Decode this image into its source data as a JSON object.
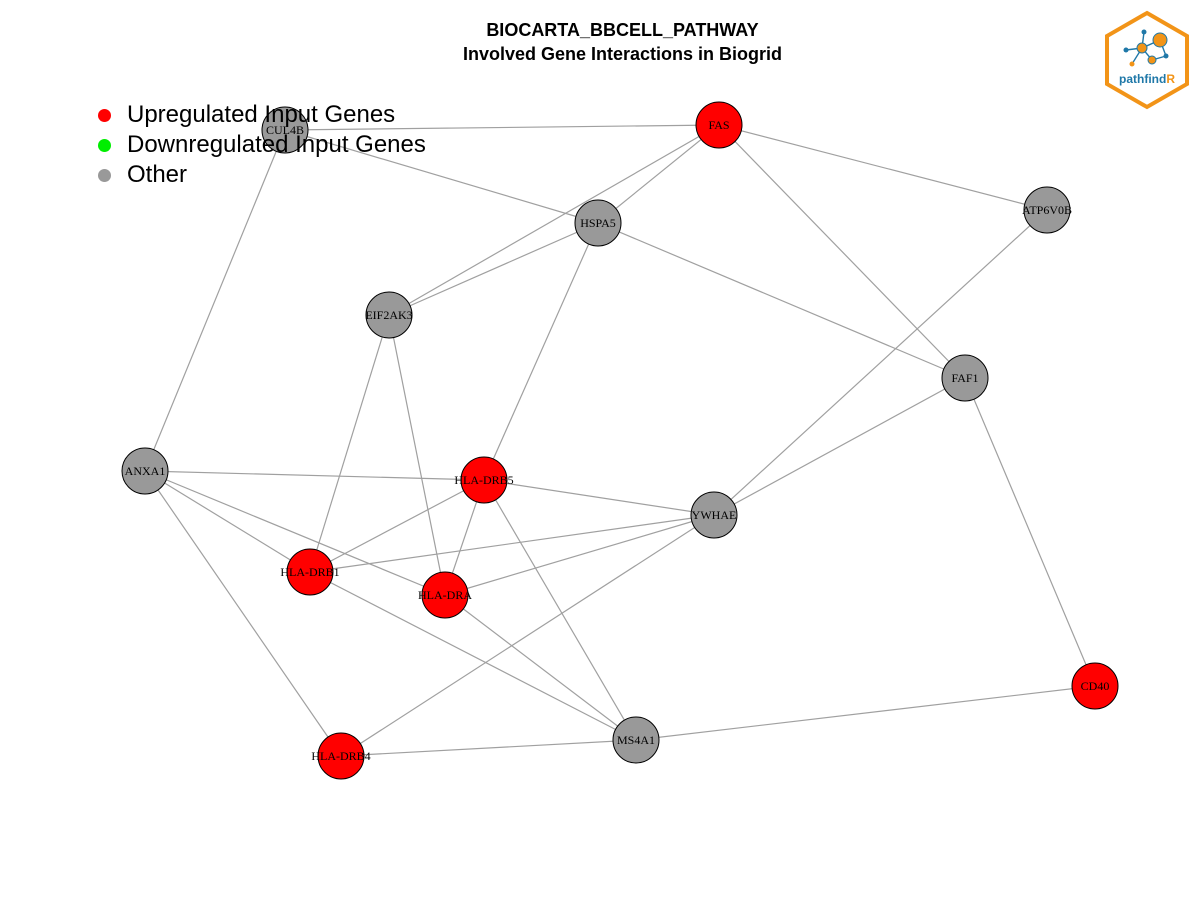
{
  "title": "BIOCARTA_BBCELL_PATHWAY",
  "subtitle": "Involved Gene Interactions in Biogrid",
  "legend": {
    "items": [
      {
        "label": "Upregulated Input Genes",
        "color": "#ff0000"
      },
      {
        "label": "Downregulated Input Genes",
        "color": "#00ee00"
      },
      {
        "label": "Other",
        "color": "#999999"
      }
    ]
  },
  "logo": {
    "text_main": "pathfind",
    "text_accent": "R"
  },
  "colors": {
    "upregulated": "#ff0000",
    "other": "#999999",
    "edge": "#a0a0a0",
    "logo_orange": "#f29418",
    "logo_blue": "#1f78a8"
  },
  "nodes": [
    {
      "id": "CUL4B",
      "status": "other"
    },
    {
      "id": "FAS",
      "status": "up"
    },
    {
      "id": "HSPA5",
      "status": "other"
    },
    {
      "id": "ATP6V0B",
      "status": "other"
    },
    {
      "id": "EIF2AK3",
      "status": "other"
    },
    {
      "id": "FAF1",
      "status": "other"
    },
    {
      "id": "ANXA1",
      "status": "other"
    },
    {
      "id": "HLA-DRB5",
      "status": "up"
    },
    {
      "id": "YWHAE",
      "status": "other"
    },
    {
      "id": "HLA-DRB1",
      "status": "up"
    },
    {
      "id": "HLA-DRA",
      "status": "up"
    },
    {
      "id": "CD40",
      "status": "up"
    },
    {
      "id": "MS4A1",
      "status": "other"
    },
    {
      "id": "HLA-DRB4",
      "status": "up"
    }
  ],
  "edges": [
    [
      "CUL4B",
      "FAS"
    ],
    [
      "CUL4B",
      "HSPA5"
    ],
    [
      "CUL4B",
      "ANXA1"
    ],
    [
      "FAS",
      "HSPA5"
    ],
    [
      "FAS",
      "ATP6V0B"
    ],
    [
      "FAS",
      "EIF2AK3"
    ],
    [
      "FAS",
      "FAF1"
    ],
    [
      "HSPA5",
      "EIF2AK3"
    ],
    [
      "HSPA5",
      "FAF1"
    ],
    [
      "HSPA5",
      "HLA-DRB5"
    ],
    [
      "ATP6V0B",
      "YWHAE"
    ],
    [
      "EIF2AK3",
      "HLA-DRB1"
    ],
    [
      "EIF2AK3",
      "HLA-DRA"
    ],
    [
      "FAF1",
      "YWHAE"
    ],
    [
      "FAF1",
      "CD40"
    ],
    [
      "ANXA1",
      "HLA-DRB5"
    ],
    [
      "ANXA1",
      "HLA-DRB1"
    ],
    [
      "ANXA1",
      "HLA-DRA"
    ],
    [
      "ANXA1",
      "HLA-DRB4"
    ],
    [
      "HLA-DRB5",
      "YWHAE"
    ],
    [
      "HLA-DRB5",
      "HLA-DRB1"
    ],
    [
      "HLA-DRB5",
      "HLA-DRA"
    ],
    [
      "HLA-DRB5",
      "MS4A1"
    ],
    [
      "YWHAE",
      "HLA-DRB1"
    ],
    [
      "YWHAE",
      "HLA-DRA"
    ],
    [
      "YWHAE",
      "HLA-DRB4"
    ],
    [
      "HLA-DRB1",
      "MS4A1"
    ],
    [
      "HLA-DRA",
      "MS4A1"
    ],
    [
      "CD40",
      "MS4A1"
    ],
    [
      "MS4A1",
      "HLA-DRB4"
    ]
  ]
}
